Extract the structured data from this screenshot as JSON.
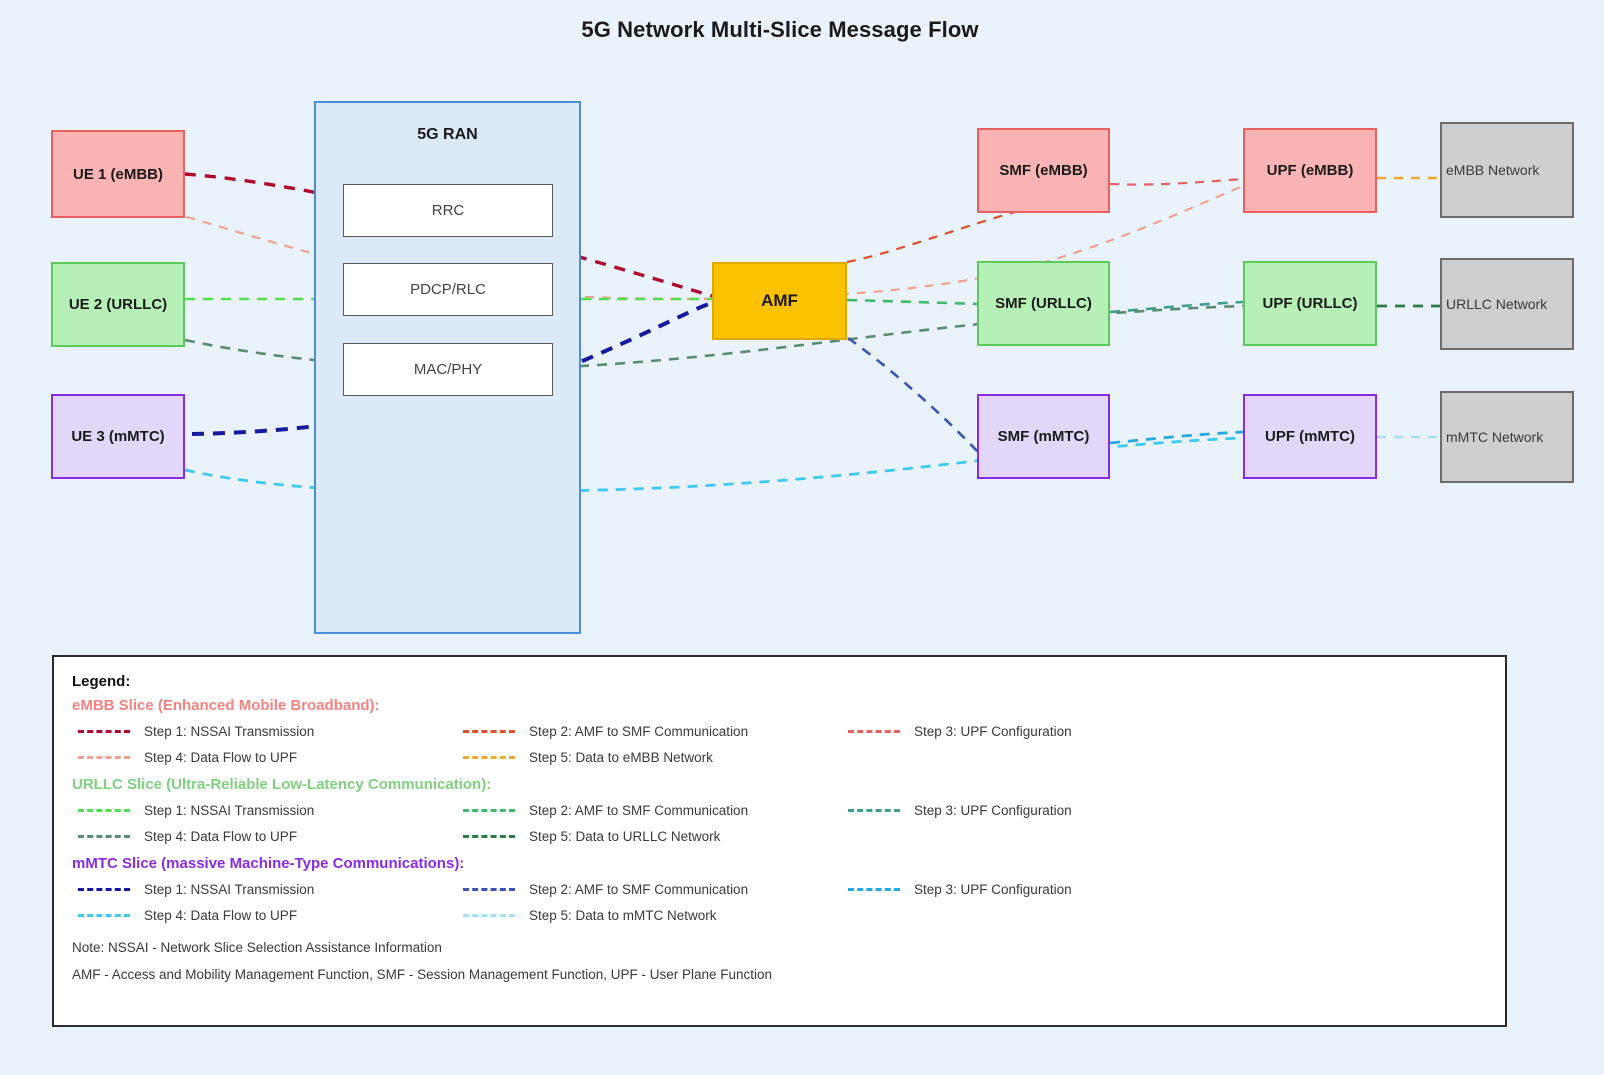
{
  "title": "5G Network Multi-Slice Message Flow",
  "ran": {
    "label": "5G RAN",
    "layers": [
      {
        "name": "RRC",
        "id": "rrc"
      },
      {
        "name": "PDCP/RLC",
        "id": "pdcp-rlc"
      },
      {
        "name": "MAC/PHY",
        "id": "mac-phy"
      }
    ]
  },
  "nodes": {
    "ue": [
      {
        "id": "ue1",
        "label": "UE 1 (eMBB)",
        "slice": "embb"
      },
      {
        "id": "ue2",
        "label": "UE 2 (URLLC)",
        "slice": "urllc"
      },
      {
        "id": "ue3",
        "label": "UE 3 (mMTC)",
        "slice": "mmtc"
      }
    ],
    "amf": {
      "id": "amf",
      "label": "AMF"
    },
    "smf": [
      {
        "id": "smf-embb",
        "label": "SMF (eMBB)",
        "slice": "embb"
      },
      {
        "id": "smf-urllc",
        "label": "SMF (URLLC)",
        "slice": "urllc"
      },
      {
        "id": "smf-mmtc",
        "label": "SMF (mMTC)",
        "slice": "mmtc"
      }
    ],
    "upf": [
      {
        "id": "upf-embb",
        "label": "UPF (eMBB)",
        "slice": "embb"
      },
      {
        "id": "upf-urllc",
        "label": "UPF (URLLC)",
        "slice": "urllc"
      },
      {
        "id": "upf-mmtc",
        "label": "UPF (mMTC)",
        "slice": "mmtc"
      }
    ],
    "networks": [
      {
        "id": "net-embb",
        "label": "eMBB Network"
      },
      {
        "id": "net-urllc",
        "label": "URLLC Network"
      },
      {
        "id": "net-mmtc",
        "label": "mMTC Network"
      }
    ]
  },
  "legend": {
    "heading": "Legend:",
    "slices": [
      {
        "id": "embb",
        "heading": "eMBB Slice (Enhanced Mobile Broadband):",
        "heading_color": "#f4827f",
        "rows": [
          [
            {
              "label": "Step 1: NSSAI Transmission",
              "color": "#b0092e"
            },
            {
              "label": "Step 2: AMF to SMF Communication",
              "color": "#e2502a"
            },
            {
              "label": "Step 3: UPF Configuration",
              "color": "#e8605f"
            }
          ],
          [
            {
              "label": "Step 4: Data Flow to UPF",
              "color": "#f0a28f"
            },
            {
              "label": "Step 5: Data to eMBB Network",
              "color": "#f0a830"
            }
          ]
        ]
      },
      {
        "id": "urllc",
        "heading": "URLLC Slice (Ultra-Reliable Low-Latency Communication):",
        "heading_color": "#7fd17f",
        "rows": [
          [
            {
              "label": "Step 1: NSSAI Transmission",
              "color": "#4ee04e"
            },
            {
              "label": "Step 2: AMF to SMF Communication",
              "color": "#3dbb6b"
            },
            {
              "label": "Step 3: UPF Configuration",
              "color": "#3f9e8c"
            }
          ],
          [
            {
              "label": "Step 4: Data Flow to UPF",
              "color": "#5a8c72"
            },
            {
              "label": "Step 5: Data to URLLC Network",
              "color": "#2e7a46"
            }
          ]
        ]
      },
      {
        "id": "mmtc",
        "heading": "mMTC Slice (massive Machine-Type Communications):",
        "heading_color": "#8a2be2",
        "rows": [
          [
            {
              "label": "Step 1: NSSAI Transmission",
              "color": "#16199c"
            },
            {
              "label": "Step 2: AMF to SMF Communication",
              "color": "#3b54b0"
            },
            {
              "label": "Step 3: UPF Configuration",
              "color": "#26a8e0"
            }
          ],
          [
            {
              "label": "Step 4: Data Flow to UPF",
              "color": "#3ec9ef"
            },
            {
              "label": "Step 5: Data to mMTC Network",
              "color": "#a6dff2"
            }
          ]
        ]
      }
    ],
    "notes": [
      "Note: NSSAI - Network Slice Selection Assistance Information",
      "AMF - Access and Mobility Management Function, SMF - Session Management Function, UPF - User Plane Function"
    ]
  },
  "colors": {
    "background": "#eaf3fc",
    "ran_fill": "#dce9f8",
    "ran_border": "#4a90d9",
    "embb_fill": "#fcb3b3",
    "embb_border": "#e8605f",
    "urllc_fill": "#b7f0b7",
    "urllc_border": "#5cc95c",
    "mmtc_fill": "#e2d7f8",
    "mmtc_border": "#8a2be2",
    "amf_fill": "#fcc200",
    "amf_border": "#e0a800",
    "net_fill": "#cfcfcf",
    "net_border": "#6b6b6b"
  }
}
